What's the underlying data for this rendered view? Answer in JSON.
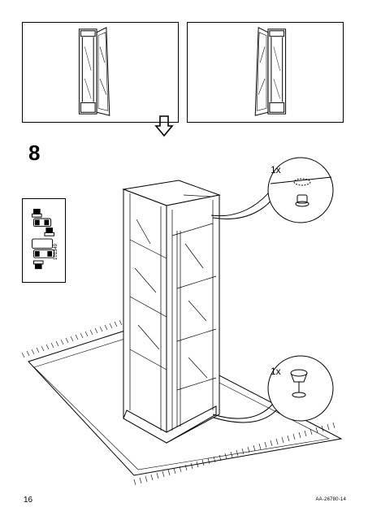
{
  "step": {
    "number": "8"
  },
  "hardware": {
    "part_number": "101349"
  },
  "callouts": {
    "top_quantity": "1x",
    "bottom_quantity": "1x"
  },
  "footer": {
    "page_number": "16",
    "document_code": "AA-26780-14"
  },
  "icons": {
    "step_arrow": "down-arrow-icon"
  }
}
